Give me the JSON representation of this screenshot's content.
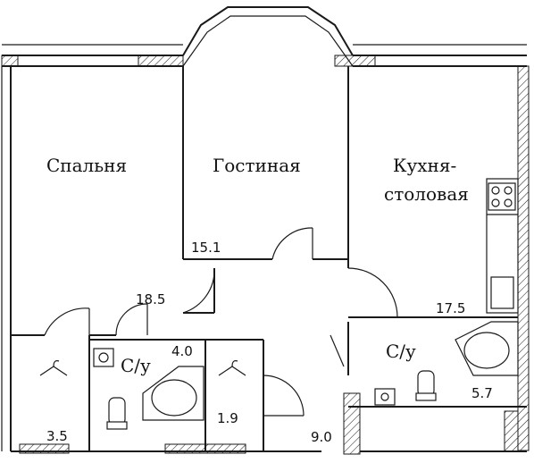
{
  "rooms": {
    "bedroom": {
      "name": "Спальня",
      "area": "18.5"
    },
    "living": {
      "name": "Гостиная",
      "area": "15.1"
    },
    "kitchen": {
      "name_line1": "Кухня-",
      "name_line2": "столовая",
      "area": "17.5"
    },
    "bath_left": {
      "name": "С/у",
      "area": "4.0"
    },
    "bath_right": {
      "name": "С/у",
      "area": "5.7"
    },
    "closet_left": {
      "area": "3.5"
    },
    "closet_mid": {
      "area": "1.9"
    },
    "hall": {
      "area": "9.0"
    }
  },
  "icons": [
    "hanger-icon",
    "sink-icon",
    "toilet-icon",
    "bathtub-icon",
    "stove-icon"
  ]
}
